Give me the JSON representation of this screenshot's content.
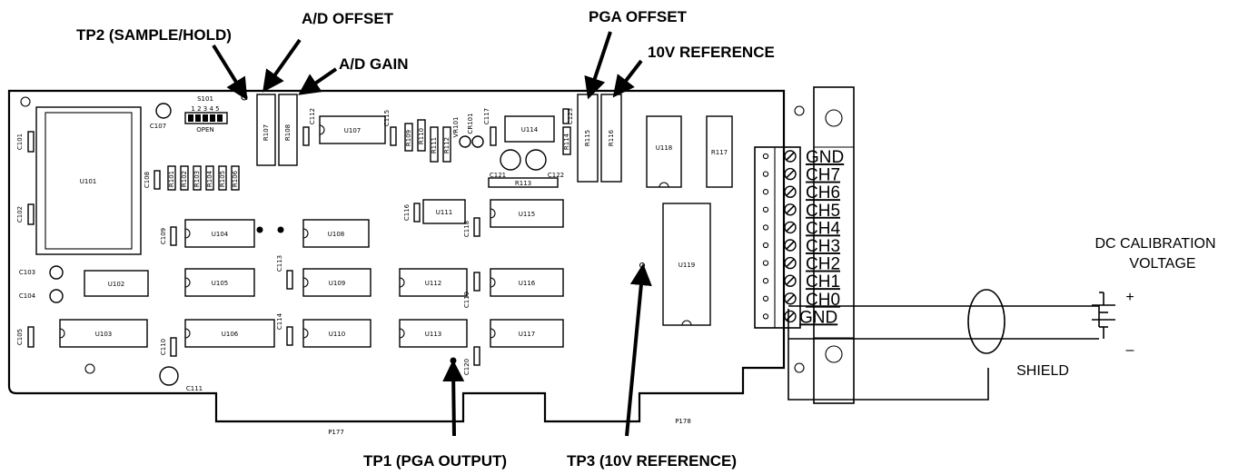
{
  "callouts": {
    "tp2": "TP2 (SAMPLE/HOLD)",
    "ad_offset": "A/D OFFSET",
    "ad_gain": "A/D GAIN",
    "pga_offset": "PGA OFFSET",
    "ref_10v": "10V REFERENCE",
    "tp1": "TP1 (PGA OUTPUT)",
    "tp3": "TP3 (10V REFERENCE)"
  },
  "terminals": [
    "GND",
    "CH7",
    "CH6",
    "CH5",
    "CH4",
    "CH3",
    "CH2",
    "CH1",
    "CH0",
    "GND"
  ],
  "external": {
    "dc_line1": "DC CALIBRATION",
    "dc_line2": "VOLTAGE",
    "shield": "SHIELD",
    "plus": "+",
    "minus": "–"
  },
  "switch": {
    "label": "S101",
    "numbers": "1 2 3 4 5",
    "state": "OPEN"
  },
  "connectors": [
    "P177",
    "P178"
  ],
  "chips": [
    "U101",
    "U102",
    "U103",
    "U104",
    "U105",
    "U106",
    "U107",
    "U108",
    "U109",
    "U110",
    "U111",
    "U112",
    "U113",
    "U114",
    "U115",
    "U116",
    "U117",
    "U118",
    "U119"
  ],
  "capacitors": [
    "C101",
    "C102",
    "C103",
    "C104",
    "C105",
    "C107",
    "C108",
    "C109",
    "C110",
    "C111",
    "C112",
    "C113",
    "C114",
    "C115",
    "C116",
    "C117",
    "C118",
    "C119",
    "C120",
    "C121",
    "C122",
    "C123",
    "CR101"
  ],
  "resistors": [
    "R101",
    "R102",
    "R103",
    "R104",
    "R105",
    "R106",
    "R107",
    "R108",
    "R109",
    "R110",
    "R111",
    "R112",
    "R113",
    "R114",
    "R115",
    "R116",
    "R117",
    "VR101"
  ]
}
